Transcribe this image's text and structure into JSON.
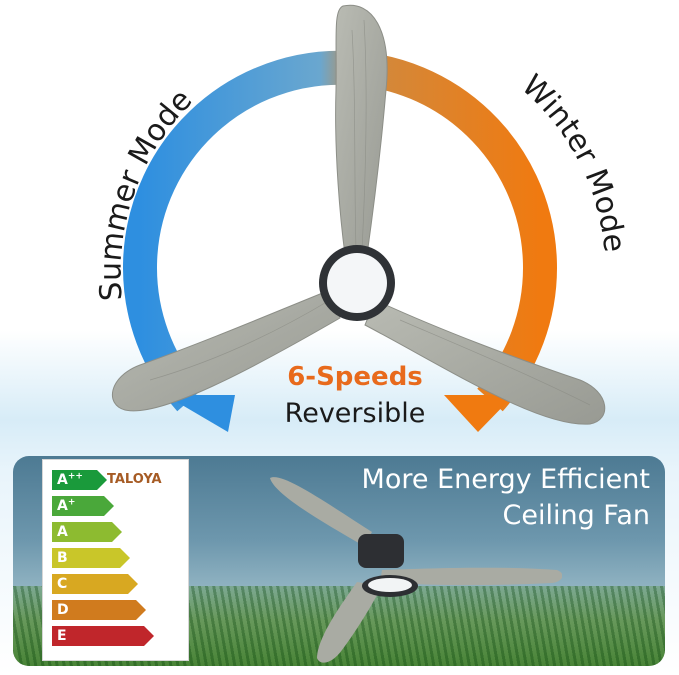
{
  "hero": {
    "summer_mode": "Summer Mode",
    "winter_mode": "Winter Mode",
    "speeds": "6-Speeds",
    "reversible": "Reversible"
  },
  "panel": {
    "title_line1": "More Energy Efficient",
    "title_line2": "Ceiling Fan"
  },
  "energy_label": {
    "brand": "TALOYA",
    "classes": [
      {
        "base": "A",
        "sup": "++",
        "color": "#1a9a3b"
      },
      {
        "base": "A",
        "sup": "+",
        "color": "#4aa83a"
      },
      {
        "base": "A",
        "sup": "",
        "color": "#8dbb30"
      },
      {
        "base": "B",
        "sup": "",
        "color": "#c9c629"
      },
      {
        "base": "C",
        "sup": "",
        "color": "#d8a821"
      },
      {
        "base": "D",
        "sup": "",
        "color": "#d07b1e"
      },
      {
        "base": "E",
        "sup": "",
        "color": "#c0262b"
      }
    ]
  },
  "colors": {
    "summer_blue": "#2e8fe0",
    "winter_orange": "#f07a10",
    "accent_orange": "#e86a1c",
    "blade_gray": "#a9aba3"
  }
}
